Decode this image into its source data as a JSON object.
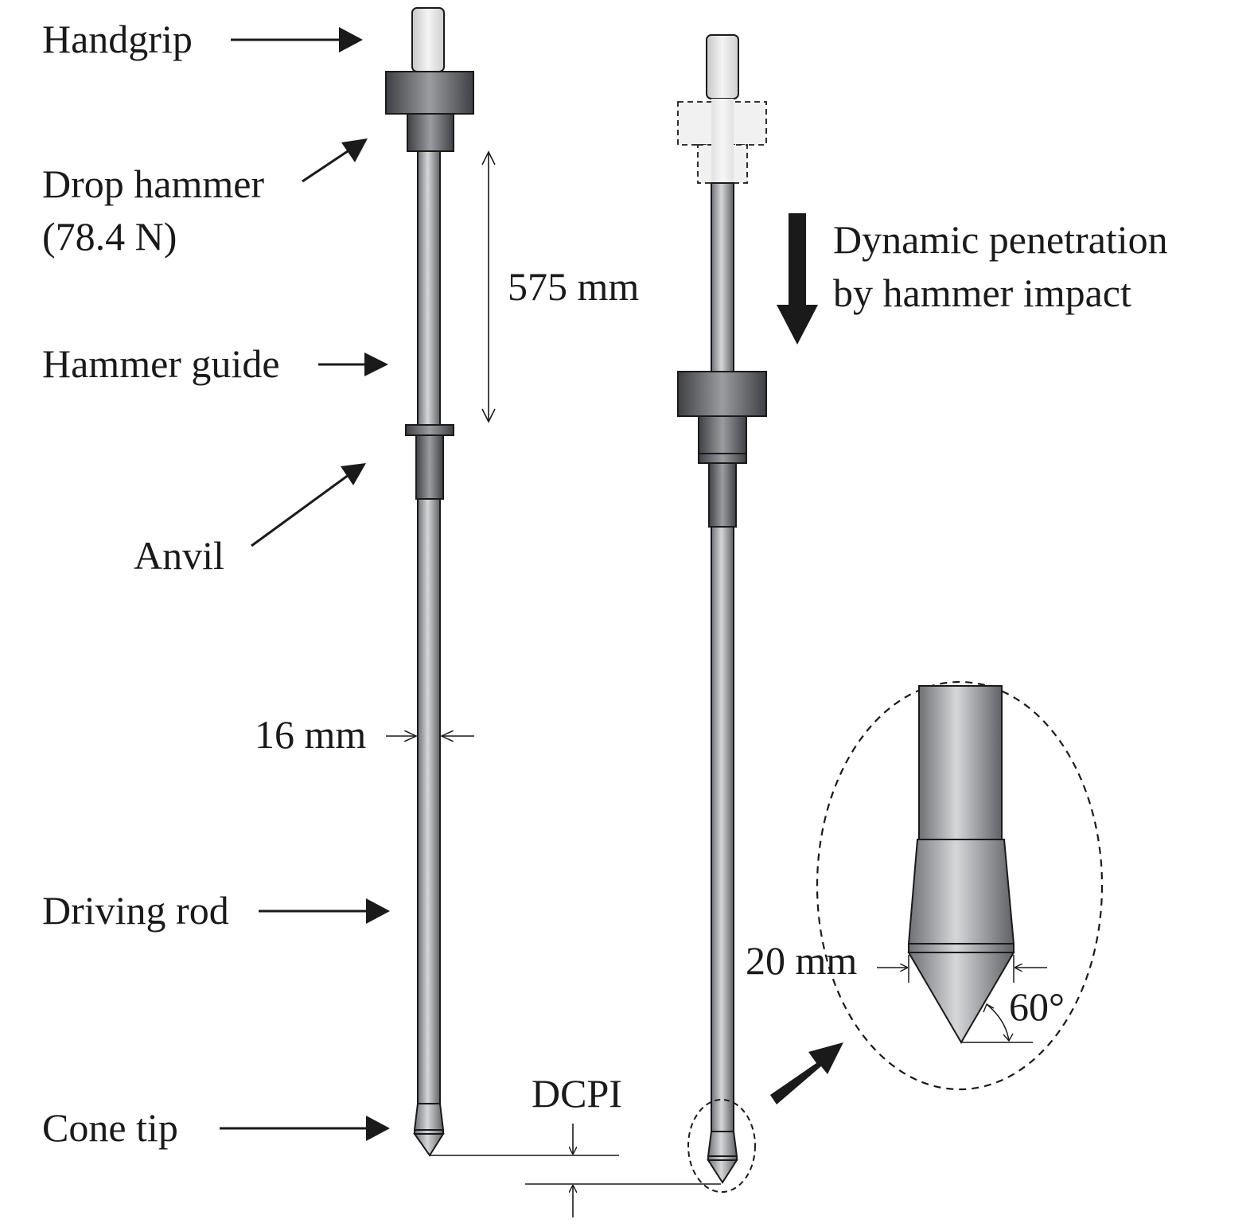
{
  "labels": {
    "handgrip": "Handgrip",
    "drop_hammer": "Drop hammer",
    "drop_hammer_weight": "(78.4 N)",
    "hammer_guide": "Hammer guide",
    "anvil": "Anvil",
    "driving_rod": "Driving rod",
    "cone_tip": "Cone tip"
  },
  "dimensions": {
    "drop_height": "575 mm",
    "rod_diameter": "16 mm",
    "cone_diameter": "20 mm",
    "cone_angle": "60°",
    "penetration_index": "DCPI"
  },
  "annotation": {
    "line1": "Dynamic penetration",
    "line2": "by hammer impact"
  },
  "colors": {
    "steel_dark": "#55575c",
    "steel_light": "#c9cacc",
    "handgrip": "#e6e6e6",
    "outline": "#1a1a1a"
  }
}
